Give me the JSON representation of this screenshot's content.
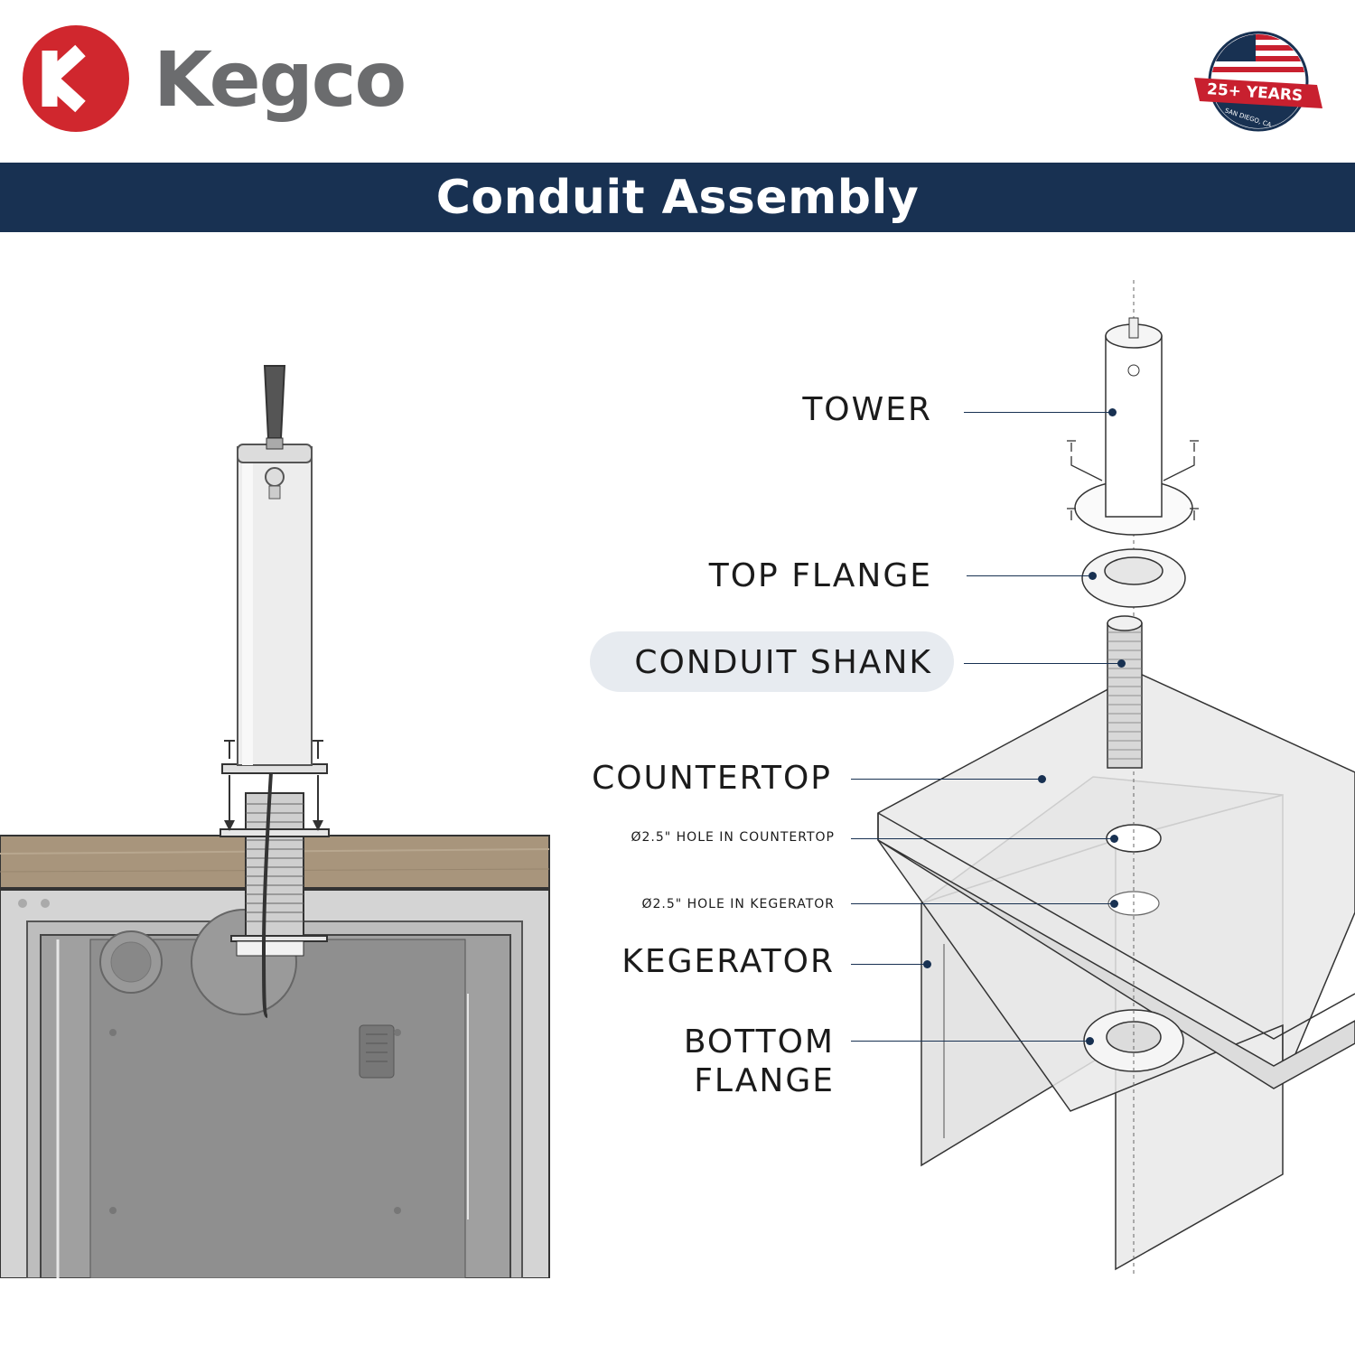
{
  "brand": {
    "name": "Kegco",
    "logo_letter": "K"
  },
  "badge": {
    "text": "25+ YEARS",
    "location": "SAN DIEGO, CA"
  },
  "title": "Conduit Assembly",
  "labels": {
    "tower": "TOWER",
    "top_flange": "TOP FLANGE",
    "conduit_shank": "CONDUIT SHANK",
    "countertop": "COUNTERTOP",
    "hole_countertop": "Ø2.5\" HOLE IN COUNTERTOP",
    "hole_kegerator": "Ø2.5\" HOLE IN KEGERATOR",
    "kegerator": "KEGERATOR",
    "bottom_flange_line1": "BOTTOM",
    "bottom_flange_line2": "FLANGE"
  },
  "colors": {
    "brand_red": "#d0272e",
    "navy": "#183152",
    "gray_text": "#6b6c6e",
    "wood": "#a8957c",
    "pill_bg": "#e7ebf0"
  }
}
